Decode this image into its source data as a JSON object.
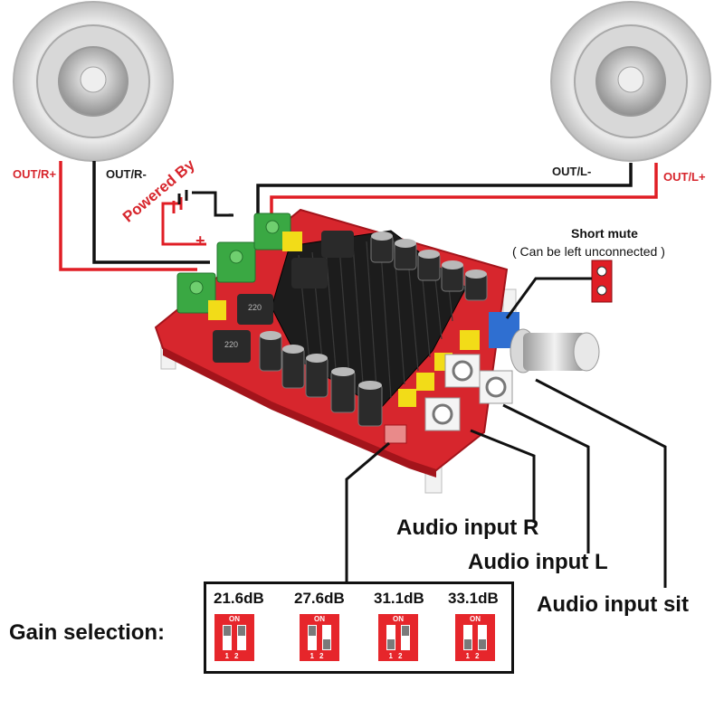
{
  "labels": {
    "out_r_plus": "OUT/R+",
    "out_r_minus": "OUT/R-",
    "out_l_minus": "OUT/L-",
    "out_l_plus": "OUT/L+",
    "powered_by": "Powered By",
    "minus_sign": "-",
    "plus_sign": "+",
    "short_mute": "Short mute",
    "short_mute_note": "( Can be left unconnected )",
    "audio_input_r": "Audio input R",
    "audio_input_l": "Audio input L",
    "audio_input_sit": "Audio input sit",
    "gain_selection": "Gain selection:"
  },
  "gain": {
    "options": [
      {
        "db": "21.6dB",
        "on_label": "ON",
        "nums": "12",
        "switch1": "on",
        "switch2": "on"
      },
      {
        "db": "27.6dB",
        "on_label": "ON",
        "nums": "12",
        "switch1": "on",
        "switch2": "off"
      },
      {
        "db": "31.1dB",
        "on_label": "ON",
        "nums": "12",
        "switch1": "off",
        "switch2": "on"
      },
      {
        "db": "33.1dB",
        "on_label": "ON",
        "nums": "12",
        "switch1": "off",
        "switch2": "off"
      }
    ]
  },
  "board_markings": {
    "inductor_1": "220",
    "inductor_2": "220"
  },
  "colors": {
    "wire_red": "#e01e25",
    "wire_black": "#111111",
    "pcb_red": "#d7262d",
    "terminal_green": "#3aa843",
    "heatsink": "#1c1c1c",
    "connector_yellow": "#f2dc18",
    "dip_red": "#e6262b"
  }
}
